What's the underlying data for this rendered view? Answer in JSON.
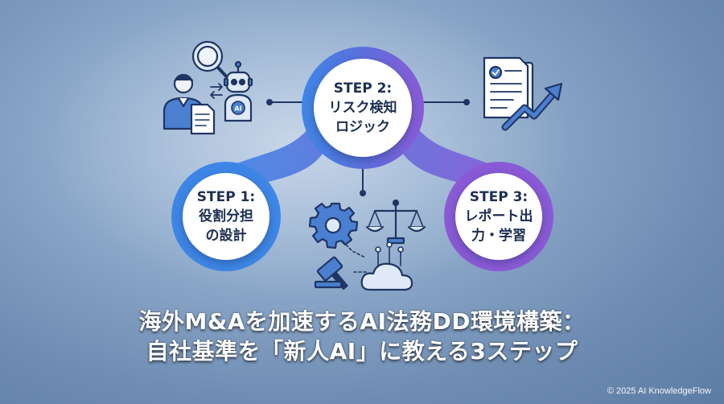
{
  "steps": [
    {
      "label": "STEP 1:",
      "title_line1": "役割分担",
      "title_line2": "の設計"
    },
    {
      "label": "STEP 2:",
      "title_line1": "リスク検知",
      "title_line2": "ロジック"
    },
    {
      "label": "STEP 3:",
      "title_line1": "レポート出",
      "title_line2": "力・学習"
    }
  ],
  "icons": {
    "top_left": "person-robot-review-icon",
    "top_right": "report-growth-icon",
    "bottom_center": "legal-ai-process-icon",
    "robot_badge_text": "AI"
  },
  "title": {
    "line1": "海外M&Aを加速するAI法務DD環境構築：",
    "line2": "自社基準を「新人AI」に教える3ステップ"
  },
  "copyright": "© 2025 AI KnowledgeFlow",
  "colors": {
    "accent_blue": "#3f7de0",
    "accent_purple": "#8a5ad6",
    "icon_navy": "#1f3563",
    "icon_fill": "#4a7fd1"
  }
}
